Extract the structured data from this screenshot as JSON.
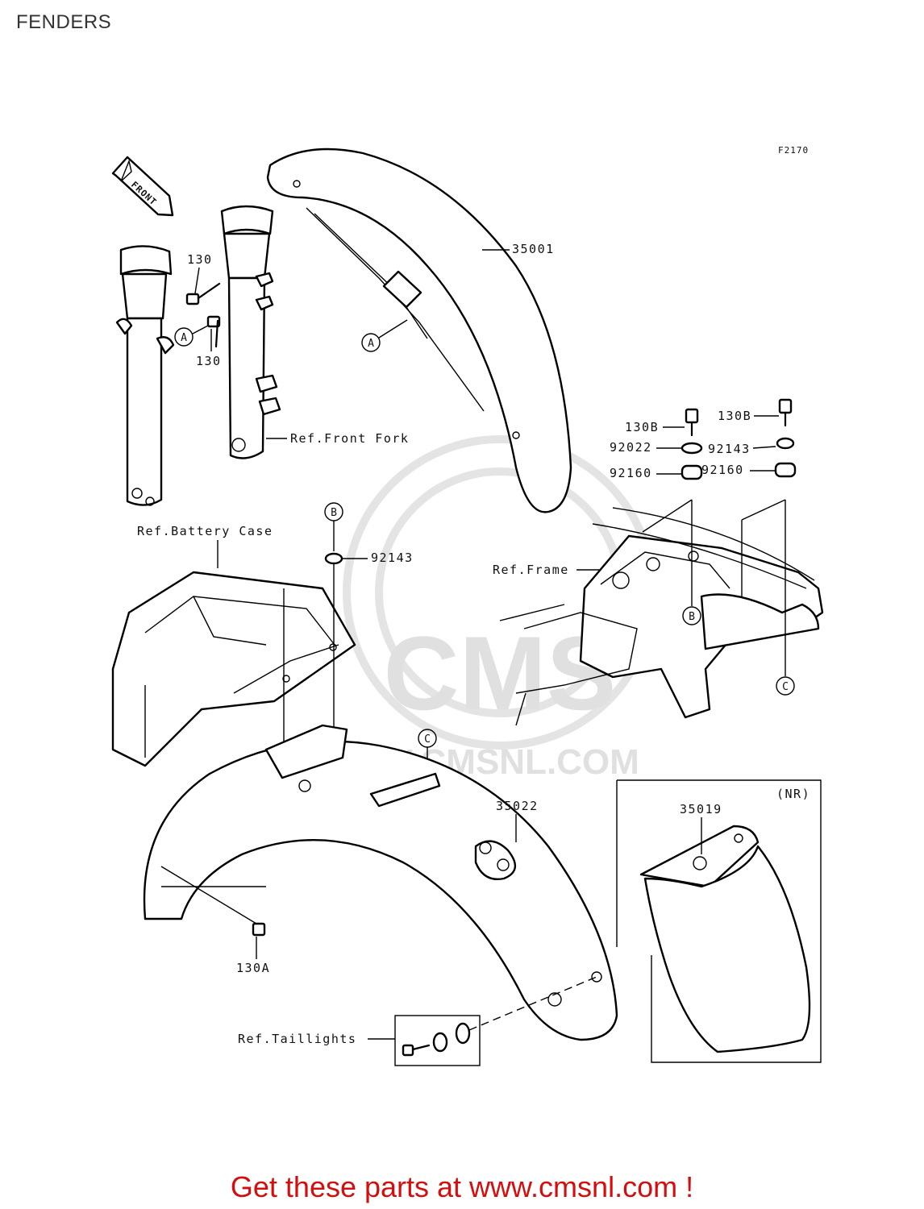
{
  "page": {
    "title": "FENDERS",
    "figure_code": "F2170"
  },
  "direction_arrow": {
    "label": "FRONT"
  },
  "callouts": {
    "front_fender": "35001",
    "rear_fender": "35022",
    "mud_flap": "35019",
    "bolt_fork_upper": "130",
    "bolt_fork_lower": "130",
    "bolt_rear": "130A",
    "bolt_frame_left": "130B",
    "bolt_frame_right": "130B",
    "washer_left": "92022",
    "washer_right": "92143",
    "washer_battery": "92143",
    "damper_left": "92160",
    "damper_right": "92160"
  },
  "references": {
    "front_fork": "Ref.Front Fork",
    "battery_case": "Ref.Battery Case",
    "frame": "Ref.Frame",
    "taillights": "Ref.Taillights"
  },
  "markers": {
    "a1": "A",
    "a2": "A",
    "b1": "B",
    "b2": "B",
    "c1": "C",
    "c2": "C"
  },
  "not_required_note": "(NR)",
  "watermark": {
    "text": "WWW.CMSNL.COM",
    "logo": "CMS"
  },
  "footer": {
    "cta": "Get these parts at www.cmsnl.com !"
  },
  "colors": {
    "footer": "#d10f0f",
    "watermark": "#e0e0e0",
    "line": "#000000"
  }
}
